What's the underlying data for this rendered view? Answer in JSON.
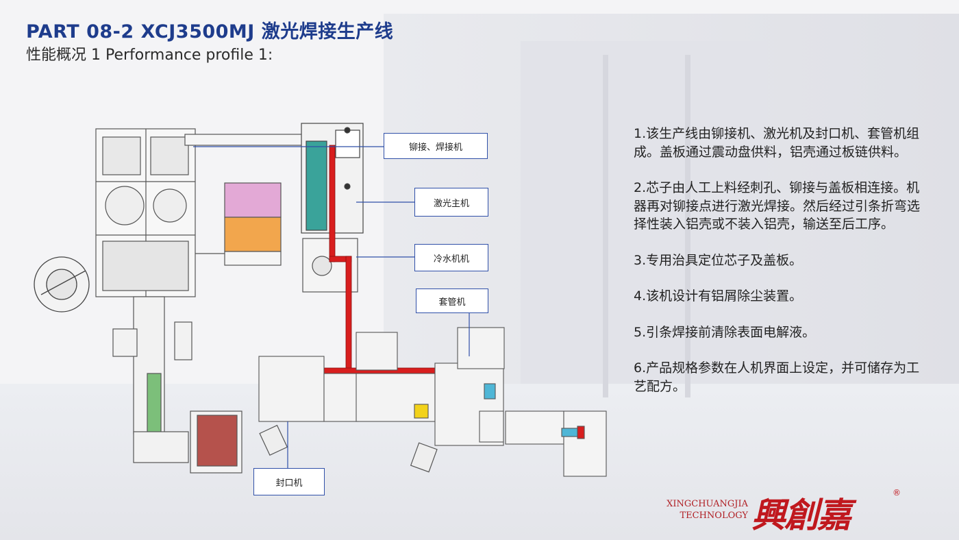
{
  "header": {
    "title": "PART 08-2  XCJ3500MJ 激光焊接生产线",
    "subtitle": "性能概况 1 Performance profile 1:"
  },
  "callouts": {
    "riveting_welding": "铆接、焊接机",
    "laser_host": "激光主机",
    "chiller": "冷水机机",
    "sleeving": "套管机",
    "sealing": "封口机"
  },
  "notes": [
    "1.该生产线由铆接机、激光机及封口机、套管机组成。盖板通过震动盘供料，铝壳通过板链供料。",
    "2.芯子由人工上料经刺孔、铆接与盖板相连接。机器再对铆接点进行激光焊接。然后经过引条折弯选择性装入铝壳或不装入铝壳，输送至后工序。",
    "3.专用治具定位芯子及盖板。",
    "4.该机设计有铝屑除尘装置。",
    "5.引条焊接前清除表面电解液。",
    "6.产品规格参数在人机界面上设定，并可储存为工艺配方。"
  ],
  "brand": {
    "en_line1": "XINGCHUANGJIA",
    "en_line2": "TECHNOLOGY",
    "cn": "興創嘉",
    "reg_mark": "®"
  },
  "colors": {
    "title": "#1e3c8c",
    "conveyor_red": "#d81e1e",
    "laser_teal": "#3aa39a",
    "hopper_pink": "#e3a9d6",
    "hopper_orange": "#f2a64d",
    "tray_red": "#b5524c",
    "callout_border": "#2f4fa8",
    "brand_red": "#c0181e"
  }
}
